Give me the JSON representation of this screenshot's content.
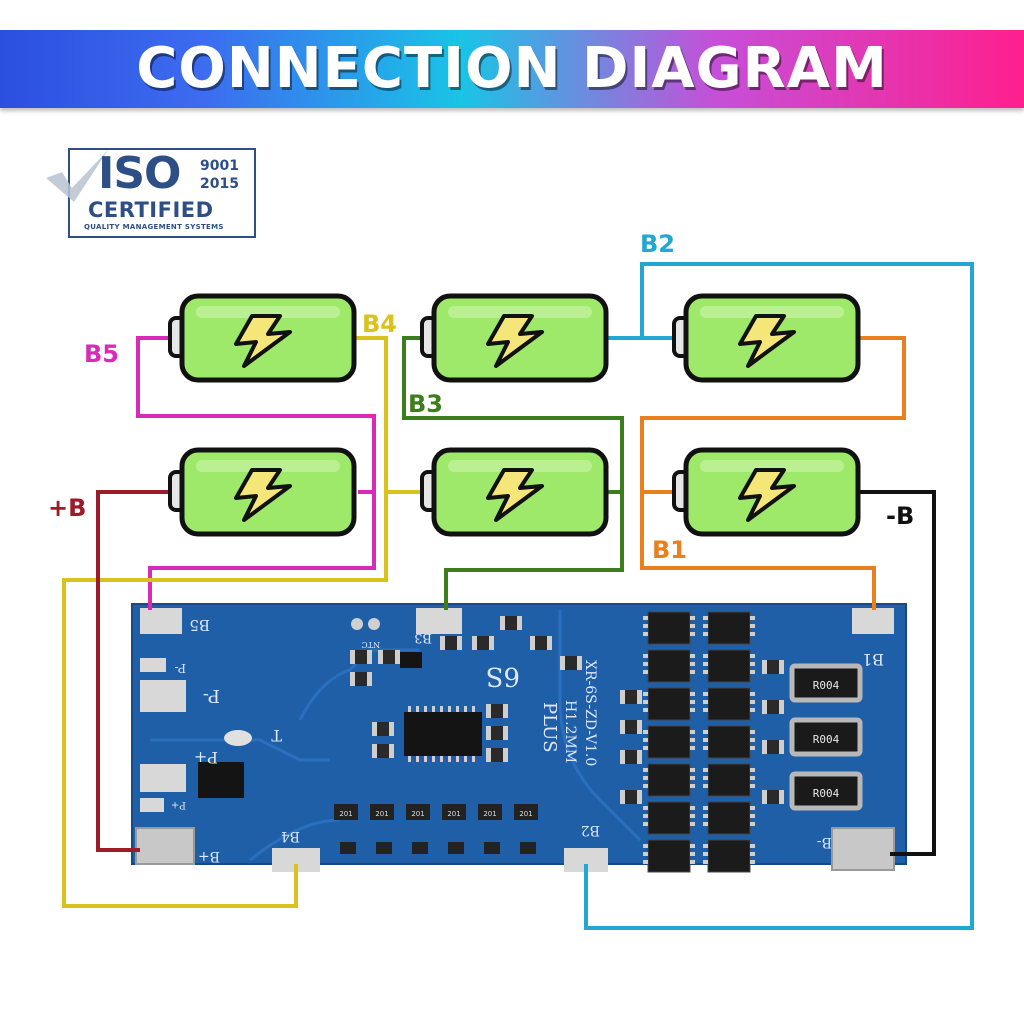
{
  "title": "CONNECTION DIAGRAM",
  "badge": {
    "mark": "ISO",
    "year_top": "9001",
    "year_bottom": "2015",
    "certified": "CERTIFIED",
    "subtitle": "QUALITY MANAGEMENT SYSTEMS"
  },
  "wire_labels": {
    "b5": "B5",
    "b4": "B4",
    "b3": "B3",
    "b2": "B2",
    "b1": "B1",
    "plus_b": "+B",
    "minus_b": "-B"
  },
  "wire_colors": {
    "b5": "#d92ab8",
    "b4": "#d9c21c",
    "b3": "#3c7d1c",
    "b2": "#22a6d4",
    "b1": "#e8801e",
    "plus_b": "#9c1b28",
    "minus_b": "#111111"
  },
  "battery_colors": {
    "body": "#9ee86a",
    "bolt": "#f5e67a",
    "outline": "#111111"
  },
  "board": {
    "color": "#1f5fa8",
    "pads": {
      "b5": "B5",
      "b4": "B4",
      "b3": "B3",
      "b2": "B2",
      "b1": "B1",
      "b_plus": "B+",
      "b_minus": "B-",
      "p_minus": "P-",
      "p_minus_2": "P-",
      "p_plus": "P+",
      "p_plus_2": "P+",
      "t": "T",
      "ntc": "NTC"
    },
    "model_lines": [
      "XR-6S-ZD-V1.0",
      "H1.2MM"
    ],
    "series": "6S",
    "plus": "PLUS",
    "resistor_code": "R004",
    "smd_code": "201"
  }
}
